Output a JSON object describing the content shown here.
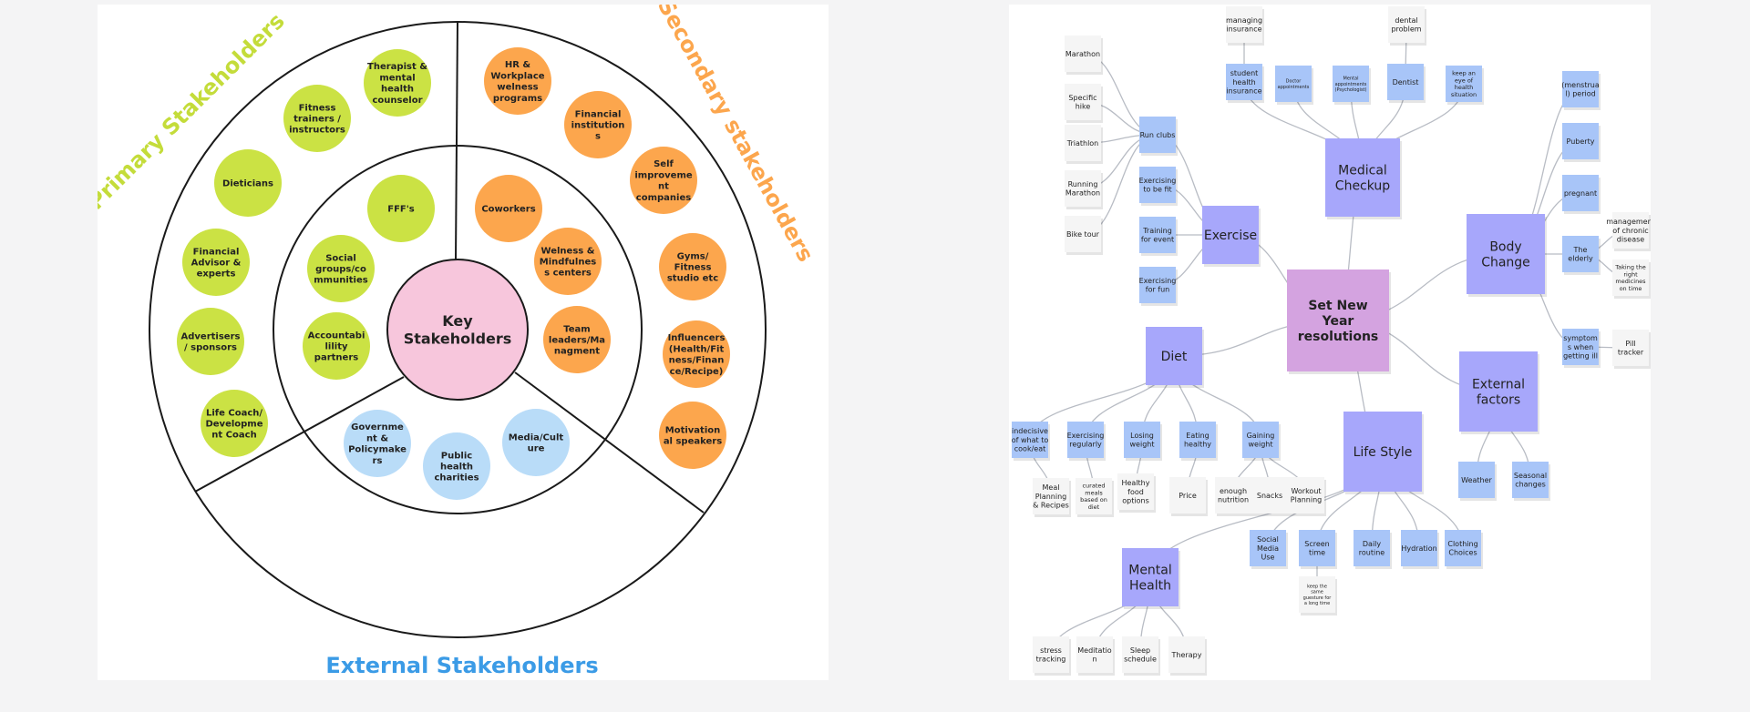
{
  "stakeholder_map": {
    "center": {
      "lines": [
        "Key",
        "Stakeholders"
      ],
      "color": "#f7c6dc"
    },
    "primary_label": "Primary Stakeholders",
    "secondary_label": "Secondary stakeholders",
    "external_label": "External Stakeholders",
    "colors": {
      "primary": "#cbe244",
      "secondary": "#fca64d",
      "external": "#b9dcf8",
      "primary_text": "#c4dc3a",
      "secondary_text": "#fca64d",
      "external_text": "#3b9be6"
    },
    "primary_outer": [
      {
        "lines": [
          "Therapist &",
          "mental",
          "health",
          "counselor"
        ]
      },
      {
        "lines": [
          "Fitness",
          "trainers /",
          "instructors"
        ]
      },
      {
        "lines": [
          "Dieticians"
        ]
      },
      {
        "lines": [
          "Financial",
          "Advisor &",
          "experts"
        ]
      },
      {
        "lines": [
          "Advertisers",
          "/ sponsors"
        ]
      },
      {
        "lines": [
          "Life Coach/",
          "Developme",
          "nt Coach"
        ]
      }
    ],
    "primary_inner": [
      {
        "lines": [
          "FFF's"
        ]
      },
      {
        "lines": [
          "Social",
          "groups/co",
          "mmunities"
        ]
      },
      {
        "lines": [
          "Accountabi",
          "lility",
          "partners"
        ]
      }
    ],
    "secondary_outer": [
      {
        "lines": [
          "HR &",
          "Workplace",
          "welness",
          "programs"
        ]
      },
      {
        "lines": [
          "Financial",
          "institution",
          "s"
        ]
      },
      {
        "lines": [
          "Self",
          "improveme",
          "nt",
          "companies"
        ]
      },
      {
        "lines": [
          "Gyms/",
          "Fitness",
          "studio etc"
        ]
      },
      {
        "lines": [
          "Influencers",
          "(Health/Fit",
          "ness/Finan",
          "ce/Recipe)"
        ]
      },
      {
        "lines": [
          "Motivation",
          "al speakers"
        ]
      }
    ],
    "secondary_inner": [
      {
        "lines": [
          "Coworkers"
        ]
      },
      {
        "lines": [
          "Welness &",
          "Mindfulnes",
          "s centers"
        ]
      },
      {
        "lines": [
          "Team",
          "leaders/Ma",
          "nagment"
        ]
      }
    ],
    "external_inner": [
      {
        "lines": [
          "Governme",
          "nt &",
          "Policymake",
          "rs"
        ]
      },
      {
        "lines": [
          "Public",
          "health",
          "charities"
        ]
      },
      {
        "lines": [
          "Media/Cult",
          "ure"
        ]
      }
    ]
  },
  "mind_map": {
    "colors": {
      "center": "#d4a3e0",
      "main": "#a7a7fb",
      "sub": "#a8c5f8",
      "note": "#f5f5f5"
    },
    "center": {
      "lines": [
        "Set New",
        "Year",
        "resolutions"
      ]
    },
    "mains": {
      "medical": {
        "lines": [
          "Medical",
          "Checkup"
        ]
      },
      "exercise": {
        "lines": [
          "Exercise"
        ]
      },
      "body": {
        "lines": [
          "Body",
          "Change"
        ]
      },
      "diet": {
        "lines": [
          "Diet"
        ]
      },
      "external": {
        "lines": [
          "External",
          "factors"
        ]
      },
      "lifestyle": {
        "lines": [
          "Life Style"
        ]
      },
      "mental": {
        "lines": [
          "Mental",
          "Health"
        ]
      }
    },
    "subs": {
      "run_clubs": {
        "lines": [
          "Run clubs"
        ]
      },
      "ex_fit": {
        "lines": [
          "Exercising",
          "to be fit"
        ]
      },
      "training": {
        "lines": [
          "Training",
          "for event"
        ]
      },
      "ex_fun": {
        "lines": [
          "Exercising",
          "for fun"
        ]
      },
      "student_ins": {
        "lines": [
          "student",
          "health",
          "insurance"
        ]
      },
      "doctor": {
        "lines": [
          "Doctor",
          "appointments"
        ]
      },
      "mental_appt": {
        "lines": [
          "Mental",
          "appointments",
          "(Psychologist)"
        ]
      },
      "dentist": {
        "lines": [
          "Dentist"
        ]
      },
      "eye": {
        "lines": [
          "keep an",
          "eye of",
          "health",
          "situation"
        ]
      },
      "menstrual": {
        "lines": [
          "(menstrua",
          "l) period"
        ]
      },
      "puberty": {
        "lines": [
          "Puberty"
        ]
      },
      "pregnant": {
        "lines": [
          "pregnant"
        ]
      },
      "elderly": {
        "lines": [
          "The",
          "elderly"
        ]
      },
      "symptoms": {
        "lines": [
          "symptom",
          "s when",
          "getting ill"
        ]
      },
      "indecisive": {
        "lines": [
          "indecisive",
          "of what to",
          "cook/eat"
        ]
      },
      "ex_reg": {
        "lines": [
          "Exercising",
          "regularly"
        ]
      },
      "losing": {
        "lines": [
          "Losing",
          "weight"
        ]
      },
      "eating": {
        "lines": [
          "Eating",
          "healthy"
        ]
      },
      "gaining": {
        "lines": [
          "Gaining",
          "weight"
        ]
      },
      "weather": {
        "lines": [
          "Weather"
        ]
      },
      "seasonal": {
        "lines": [
          "Seasonal",
          "changes"
        ]
      },
      "social_media": {
        "lines": [
          "Social",
          "Media",
          "Use"
        ]
      },
      "screen": {
        "lines": [
          "Screen",
          "time"
        ]
      },
      "daily": {
        "lines": [
          "Daily",
          "routine"
        ]
      },
      "hydration": {
        "lines": [
          "Hydration"
        ]
      },
      "clothing": {
        "lines": [
          "Clothing",
          "Choices"
        ]
      }
    },
    "notes": {
      "marathon": {
        "lines": [
          "Marathon"
        ]
      },
      "specific_hike": {
        "lines": [
          "Specific",
          "hike"
        ]
      },
      "triathlon": {
        "lines": [
          "Triathlon"
        ]
      },
      "running_marathon": {
        "lines": [
          "Running",
          "Marathon"
        ]
      },
      "bike_tour": {
        "lines": [
          "Bike tour"
        ]
      },
      "managing_ins": {
        "lines": [
          "managing",
          "insurance"
        ]
      },
      "dental_problem": {
        "lines": [
          "dental",
          "problem"
        ]
      },
      "chronic": {
        "lines": [
          "management",
          "of chronic",
          "disease"
        ]
      },
      "medicines": {
        "lines": [
          "Taking the",
          "right",
          "medicines",
          "on time"
        ]
      },
      "pill": {
        "lines": [
          "Pill",
          "tracker"
        ]
      },
      "meal_planning": {
        "lines": [
          "Meal",
          "Planning",
          "& Recipes"
        ]
      },
      "curated": {
        "lines": [
          "curated",
          "meals",
          "based on",
          "diet"
        ]
      },
      "healthy_food": {
        "lines": [
          "Healthy",
          "food",
          "options"
        ]
      },
      "price": {
        "lines": [
          "Price"
        ]
      },
      "enough_nutrition": {
        "lines": [
          "enough",
          "nutrition"
        ]
      },
      "snacks": {
        "lines": [
          "Snacks"
        ]
      },
      "workout_planning": {
        "lines": [
          "Workout",
          "Planning"
        ]
      },
      "gesture": {
        "lines": [
          "keep the",
          "same",
          "guesture for",
          "a long time"
        ]
      },
      "stress": {
        "lines": [
          "stress",
          "tracking"
        ]
      },
      "meditation": {
        "lines": [
          "Meditatio",
          "n"
        ]
      },
      "sleep": {
        "lines": [
          "Sleep",
          "schedule"
        ]
      },
      "therapy": {
        "lines": [
          "Therapy"
        ]
      }
    }
  }
}
